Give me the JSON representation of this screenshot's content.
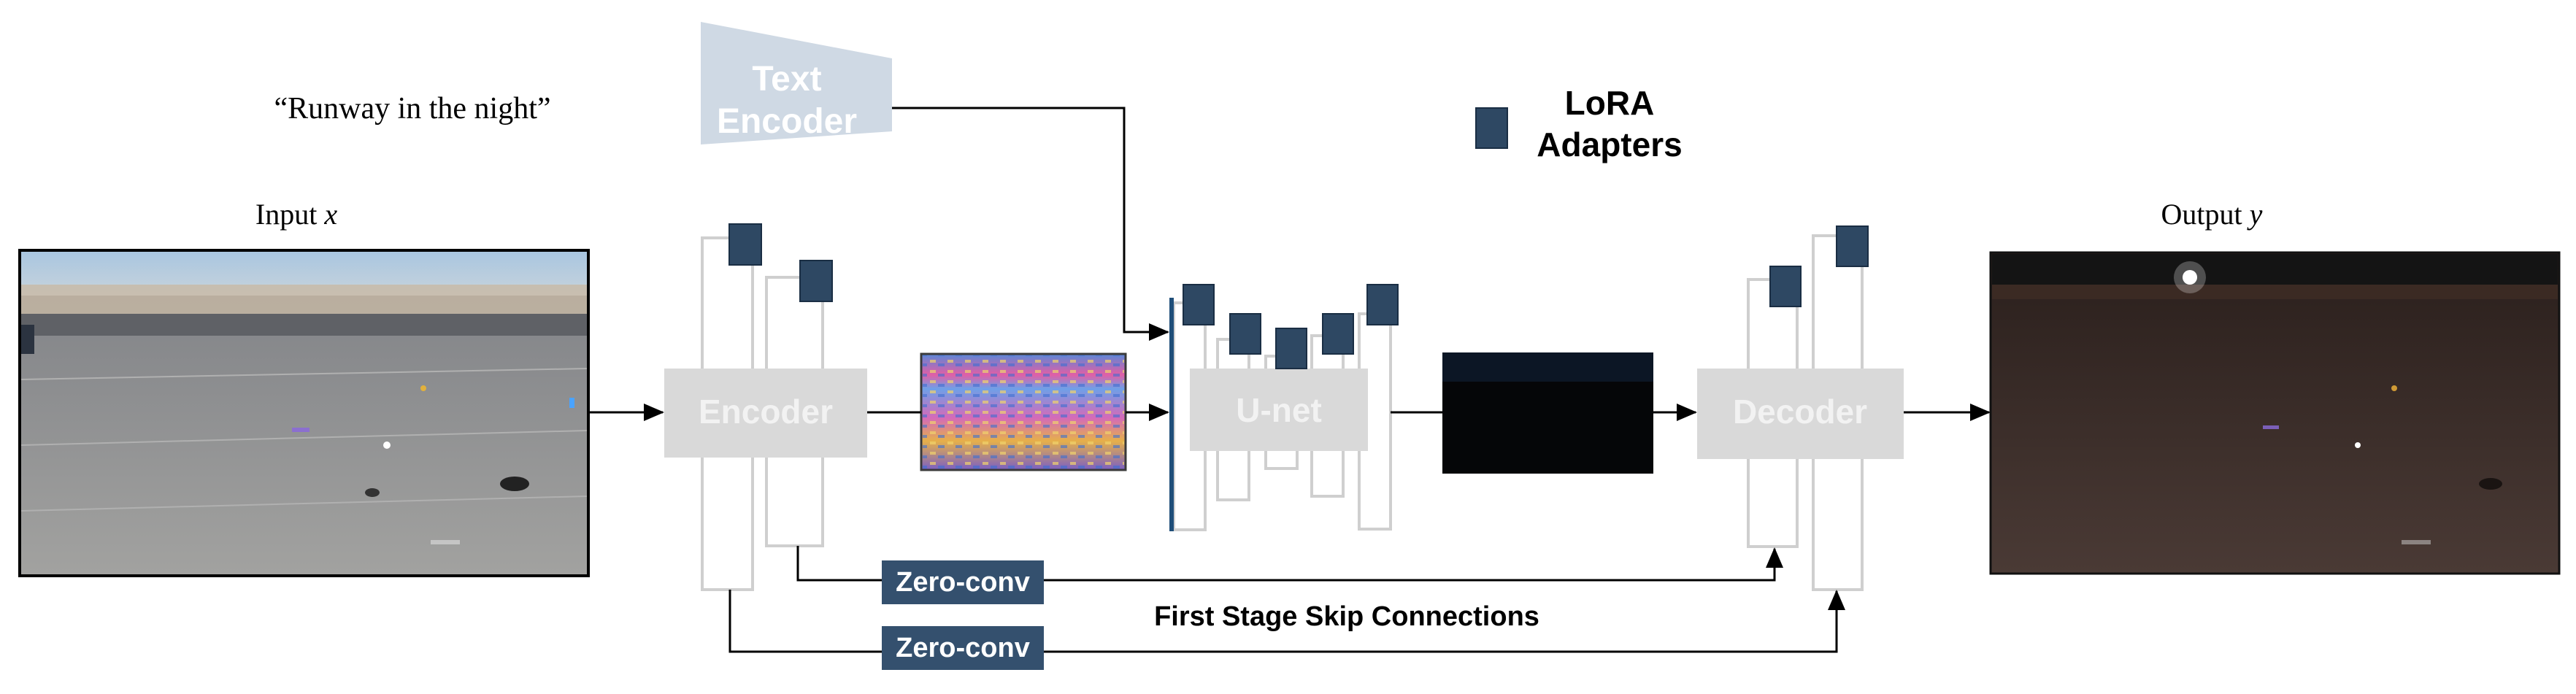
{
  "prompt": {
    "text": "“Runway in the night”"
  },
  "input_label": {
    "prefix": "Input ",
    "var": "x"
  },
  "output_label": {
    "prefix": "Output  ",
    "var": "y"
  },
  "text_encoder": {
    "line1": "Text",
    "line2": "Encoder"
  },
  "legend": {
    "line1": "LoRA",
    "line2": "Adapters"
  },
  "encoder": {
    "label": "Encoder"
  },
  "unet": {
    "label": "U-net"
  },
  "decoder": {
    "label": "Decoder"
  },
  "zero_conv_top": {
    "label": "Zero-conv"
  },
  "zero_conv_bottom": {
    "label": "Zero-conv"
  },
  "skip_label": {
    "text": "First Stage Skip Connections"
  },
  "colors": {
    "block_fill": "#d9d9d9",
    "block_text": "#f2f2f2",
    "lora": "#2e4863",
    "zero_conv": "#34506e",
    "arrow": "#000000",
    "outline": "#d0d0d0",
    "unet_bar": "#1f4e79"
  }
}
